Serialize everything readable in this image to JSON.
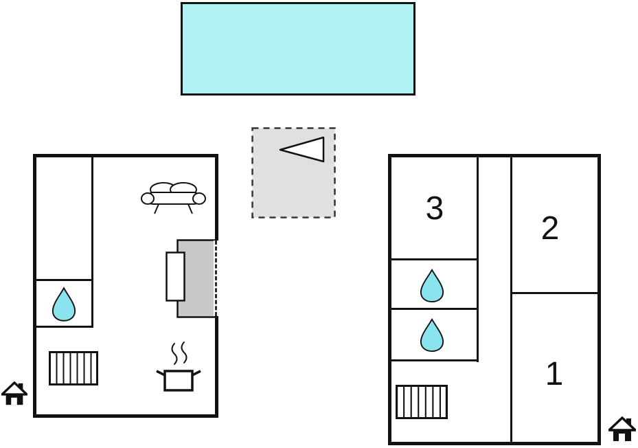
{
  "colors": {
    "wall": "#111111",
    "pool": "#b0f1f5",
    "water_drop": "#8ae4ef",
    "entrance_fill": "#e0e0e0",
    "fireplace_fill": "#c8c8c8"
  },
  "pool": {
    "name": "swimming-pool"
  },
  "entrance": {
    "marker": "dashed-entrance-area",
    "arrow_direction": "left"
  },
  "left_building": {
    "features": [
      "sofa",
      "fireplace",
      "shower-drop",
      "radiator",
      "stove",
      "house-entrance"
    ]
  },
  "right_building": {
    "room_labels": {
      "top_left": "3",
      "top_right": "2",
      "bottom_right": "1"
    },
    "features": [
      "shower-drop",
      "shower-drop",
      "radiator",
      "house-entrance"
    ]
  }
}
